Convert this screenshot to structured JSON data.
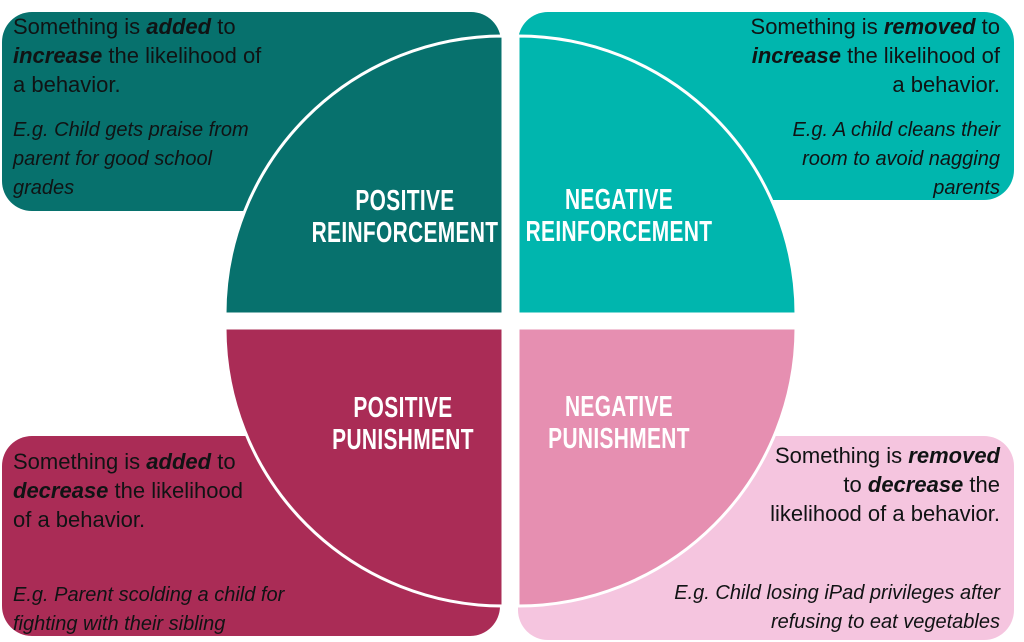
{
  "diagram": {
    "name": "Operant conditioning four-quadrant diagram"
  },
  "colors": {
    "teal_dark": "#07716d",
    "teal_light": "#00b6ae",
    "magenta_dark": "#aa2c56",
    "pink_mid": "#e68fb1",
    "pink_light": "#f5c5df",
    "divider_white": "#ffffff",
    "label_text": "#ffffff",
    "body_text": "#101314"
  },
  "quadrants": {
    "positive_reinforcement": {
      "label": "POSITIVE\nREINFORCEMENT",
      "description_lines": [
        "Something is **added** to",
        "**increase** the likelihood of",
        "a behavior."
      ],
      "example_lines": [
        "E.g. Child gets praise from",
        "parent for good school",
        "grades"
      ]
    },
    "negative_reinforcement": {
      "label": "NEGATIVE\nREINFORCEMENT",
      "description_lines": [
        "Something is **removed** to",
        "**increase** the likelihood of",
        "a behavior."
      ],
      "example_lines": [
        "E.g. A child cleans their",
        "room to avoid nagging",
        "parents"
      ]
    },
    "positive_punishment": {
      "label": "POSITIVE\nPUNISHMENT",
      "description_lines": [
        "Something is **added** to",
        "**decrease** the likelihood",
        "of a behavior."
      ],
      "example_lines": [
        "E.g. Parent scolding a child for",
        "fighting with their sibling"
      ]
    },
    "negative_punishment": {
      "label": "NEGATIVE\nPUNISHMENT",
      "description_lines": [
        "Something is **removed**",
        "to **decrease** the",
        "likelihood of a behavior."
      ],
      "example_lines": [
        "E.g. Child losing iPad privileges after",
        "refusing to eat vegetables"
      ]
    }
  }
}
